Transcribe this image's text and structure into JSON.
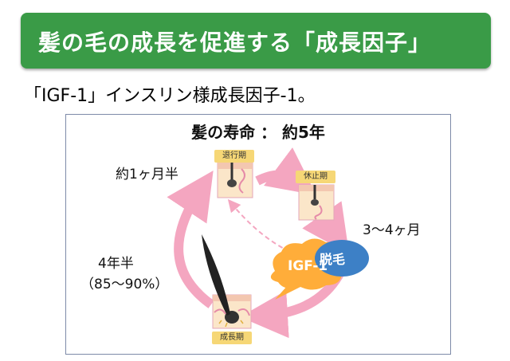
{
  "banner": {
    "title": "髪の毛の成長を促進する「成長因子」"
  },
  "subtitle": "「IGF-1」インスリン様成長因子-1。",
  "diagram": {
    "title": "髪の寿命 ： 約5年",
    "phases": {
      "regression": "退行期",
      "resting": "休止期",
      "growth": "成長期"
    },
    "durations": {
      "regression": "約1ヶ月半",
      "resting": "3～4ヶ月",
      "growth_years": "4年半",
      "growth_share": "（85～90%）"
    },
    "shedding": "脱毛",
    "factor": "IGF-1"
  },
  "colors": {
    "banner": "#3a9b47",
    "arrow": "#f4a6c0",
    "shedding_bubble": "#3d80c6",
    "factor_bubble": "#ffad3a",
    "phase_tag": "#f6d776",
    "skin": "#fbe6c9"
  }
}
